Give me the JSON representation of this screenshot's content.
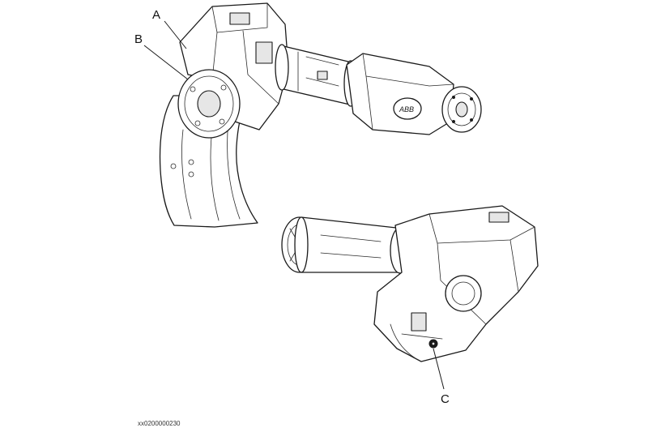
{
  "callouts": {
    "a": "A",
    "b": "B",
    "c": "C"
  },
  "figure_id": "xx0200000230",
  "logo_text": "ABB"
}
